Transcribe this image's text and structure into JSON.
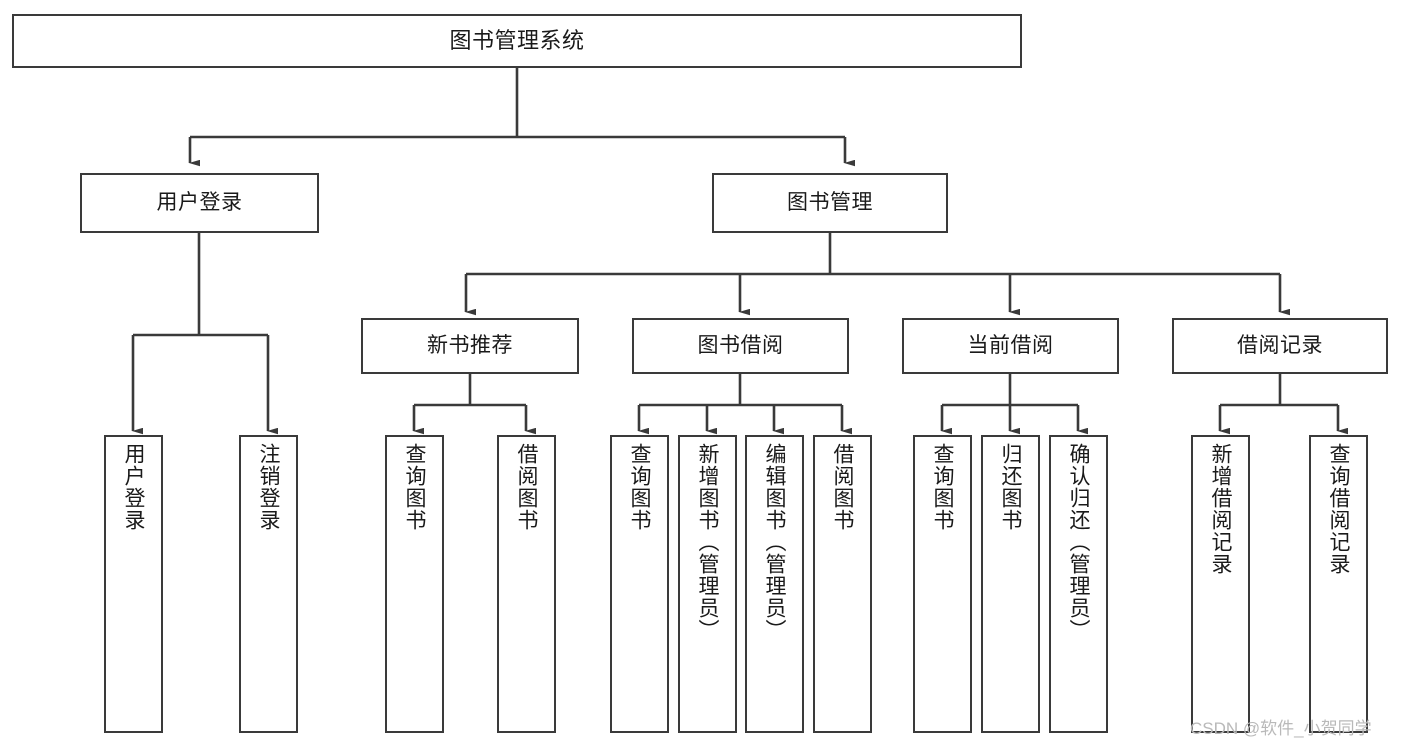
{
  "diagram": {
    "title": "图书管理系统",
    "type": "functional-structure-tree",
    "watermark": "CSDN @软件_小贺同学",
    "colors": {
      "stroke": "#3a3a3a",
      "fill": "#ffffff",
      "text": "#1a1a1a",
      "watermark": "#b9b9b9"
    }
  },
  "nodes": {
    "root": {
      "label": "图书管理系统"
    },
    "level1": [
      {
        "label": "用户登录"
      },
      {
        "label": "图书管理"
      }
    ],
    "level2": [
      {
        "label": "新书推荐"
      },
      {
        "label": "图书借阅"
      },
      {
        "label": "当前借阅"
      },
      {
        "label": "借阅记录"
      }
    ],
    "leaves": {
      "user_login": [
        {
          "label": "用户登录"
        },
        {
          "label": "注销登录"
        }
      ],
      "new_book_recommend": [
        {
          "label": "查询图书"
        },
        {
          "label": "借阅图书"
        }
      ],
      "book_borrow": [
        {
          "label": "查询图书"
        },
        {
          "label": "新增图书（管理员）"
        },
        {
          "label": "编辑图书（管理员）"
        },
        {
          "label": "借阅图书"
        }
      ],
      "current_borrow": [
        {
          "label": "查询图书"
        },
        {
          "label": "归还图书"
        },
        {
          "label": "确认归还（管理员）"
        }
      ],
      "borrow_record": [
        {
          "label": "新增借阅记录"
        },
        {
          "label": "查询借阅记录"
        }
      ]
    }
  }
}
